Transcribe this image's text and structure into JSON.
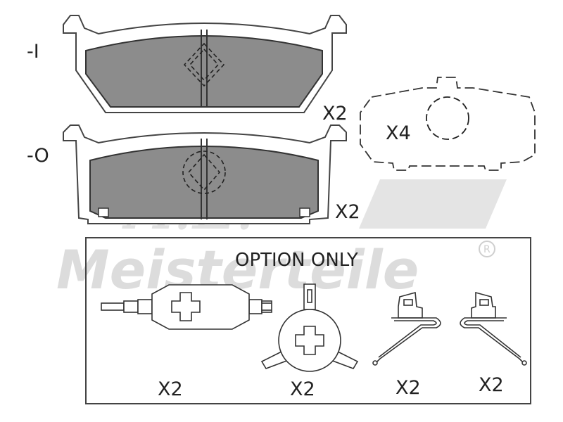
{
  "labels": {
    "pad_inner_marker": "-I",
    "pad_outer_marker": "-O",
    "pad_inner_qty": "X2",
    "pad_outer_qty": "X2",
    "shim_qty": "X4",
    "option_title": "OPTION ONLY",
    "spring_clip_qty": "X2",
    "anti_rattle_qty": "X2",
    "wear_clip_left_qty": "X2",
    "wear_clip_right_qty": "X2"
  },
  "watermark": {
    "brand": "Meisterteile",
    "initials": "A.L.",
    "registered": "R"
  },
  "colors": {
    "line": "#333333",
    "pad_fill": "#8c8c8c",
    "watermark": "#dcdcdc"
  }
}
